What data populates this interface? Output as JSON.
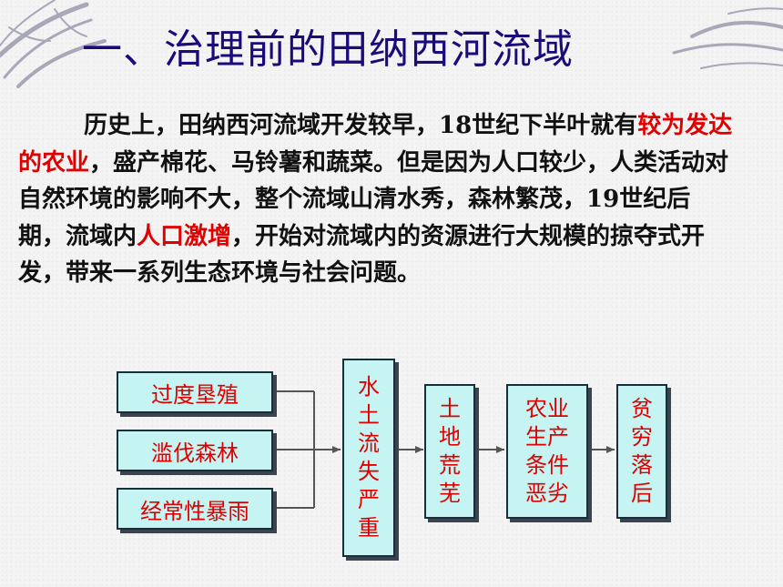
{
  "slide": {
    "title": "一、治理前的田纳西河流域",
    "paragraph": {
      "p1": "历史上，田纳西河流域开发较早，",
      "n18": "18",
      "p2": "世纪下半叶就有",
      "hl1": "较为发达的农业",
      "p3": "，盛产棉花、马铃薯和蔬菜。但是因为人口较少，人类活动对自然环境的影响不大，整个流域山清水秀，森林繁茂，",
      "n19": "19",
      "p4": "世纪后期，流域内",
      "hl2": "人口激增",
      "p5": "，开始对流域内的资源进行大规模的掠夺式开发，带来一系列生态环境与社会问题。"
    }
  },
  "flowchart": {
    "causes": [
      "过度垦殖",
      "滥伐森林",
      "经常性暴雨"
    ],
    "effects": [
      "水土流失严重",
      "土地荒芜",
      "农业生产条件恶劣",
      "贫穷落后"
    ]
  },
  "colors": {
    "title": "#1a0a7a",
    "highlight": "#e00000",
    "box_fill": "#c6f4f2",
    "box_text": "#e00000"
  }
}
